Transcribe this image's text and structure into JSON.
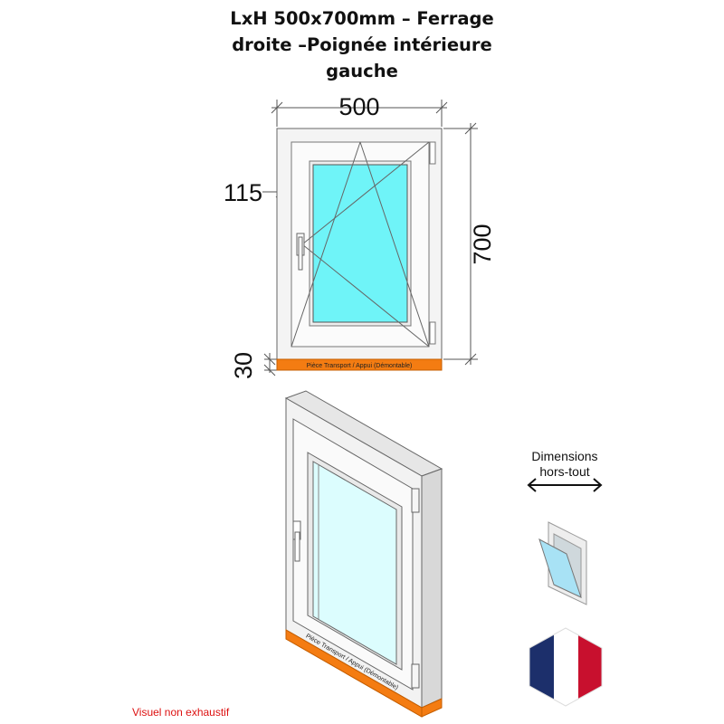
{
  "title": {
    "line1": "LxH 500x700mm – Ferrage",
    "line2": "droite –Poignée intérieure",
    "line3": "gauche"
  },
  "front_view": {
    "width_label": "500",
    "height_label": "700",
    "sash_offset_label": "115",
    "sill_label": "30",
    "sill_text": "Pièce Transport / Appui (Démontable)"
  },
  "iso_view": {
    "sill_text": "Pièce Transport / Appui (Démontable)"
  },
  "legend": {
    "dimensions_line1": "Dimensions",
    "dimensions_line2": "hors-tout",
    "arrow_icon": "double-arrow-icon",
    "opening_icon": "tilt-turn-window-icon",
    "flag_icon": "french-flag-icon"
  },
  "note": "Visuel non exhaustif",
  "colors": {
    "glass": "#6ff4f8",
    "sill": "#f47c12",
    "flag_blue": "#1c2f6b",
    "flag_red": "#c8102e"
  }
}
